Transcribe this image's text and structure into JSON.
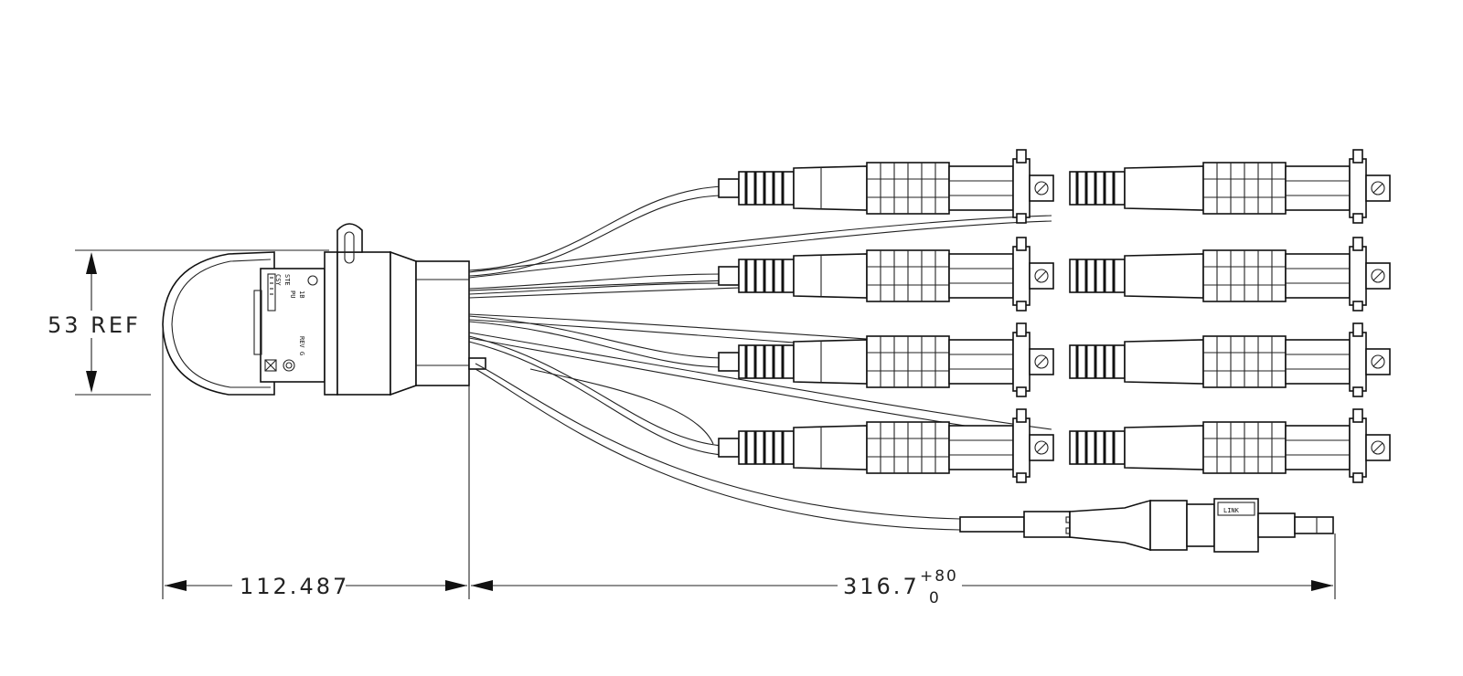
{
  "dimensions": {
    "height_ref": "53 REF",
    "hub_length": "112.487",
    "leg_length": "316.7",
    "leg_tol_plus": "+80",
    "leg_tol_minus": "0"
  },
  "module_label": {
    "lines": [
      "CSY",
      "STE",
      "PU",
      "1B"
    ],
    "rev": "REV G"
  },
  "mpo_key_label": "LINK"
}
